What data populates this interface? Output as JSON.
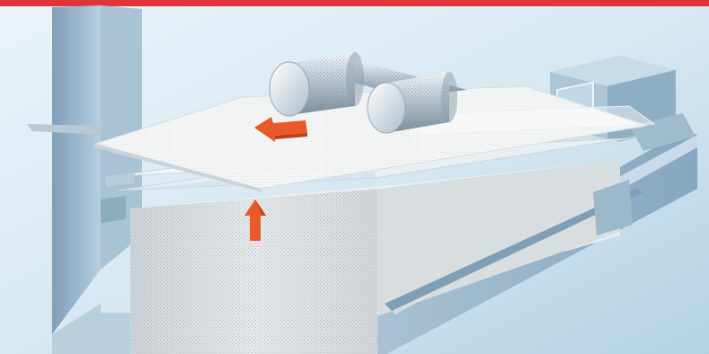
{
  "illustration": {
    "subject": "paper-feed-mechanism",
    "colors": {
      "top_band": "#e0343a",
      "background_light": "#e6f1f8",
      "background_mid": "#bcd6e6",
      "frame_blue": "#8fb0c8",
      "frame_blue_dark": "#6f93ad",
      "paper": "#f4f5f5",
      "roller_light": "#e4ecf2",
      "roller_dark": "#8e9fad",
      "arrow": "#e85a2a",
      "arrow_dark": "#c23c1c"
    },
    "arrows": [
      {
        "direction": "left",
        "meaning": "paper-feed-direction"
      },
      {
        "direction": "up",
        "meaning": "stack-lift-direction"
      }
    ]
  }
}
